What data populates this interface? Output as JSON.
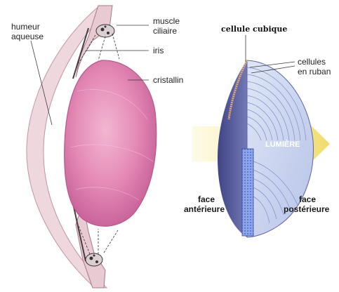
{
  "left_diagram": {
    "labels": {
      "humeur_aqueuse_line1": "humeur",
      "humeur_aqueuse_line2": "aqueuse",
      "muscle_ciliaire_line1": "muscle",
      "muscle_ciliaire_line2": "ciliaire",
      "iris": "iris",
      "cristallin": "cristallin"
    },
    "colors": {
      "lens_fill": "#e07fae",
      "lens_edge": "#b85787",
      "cornea_fill": "#eed7dd",
      "cornea_edge": "#c4959f"
    }
  },
  "right_diagram": {
    "labels": {
      "cellule_cubique": "cellule cubique",
      "cellules_en_ruban_line1": "cellules",
      "cellules_en_ruban_line2": "en ruban",
      "lumiere": "LUMIÈRE",
      "face_anterieure_line1": "face",
      "face_anterieure_line2": "antérieure",
      "face_posterieure_line1": "face",
      "face_posterieure_line2": "postérieure"
    },
    "colors": {
      "arrow": "#f3e27a",
      "lens_blue": "#9fb0e3",
      "lens_dark": "#4b5292",
      "mosaic": "#6d8fe0"
    }
  }
}
